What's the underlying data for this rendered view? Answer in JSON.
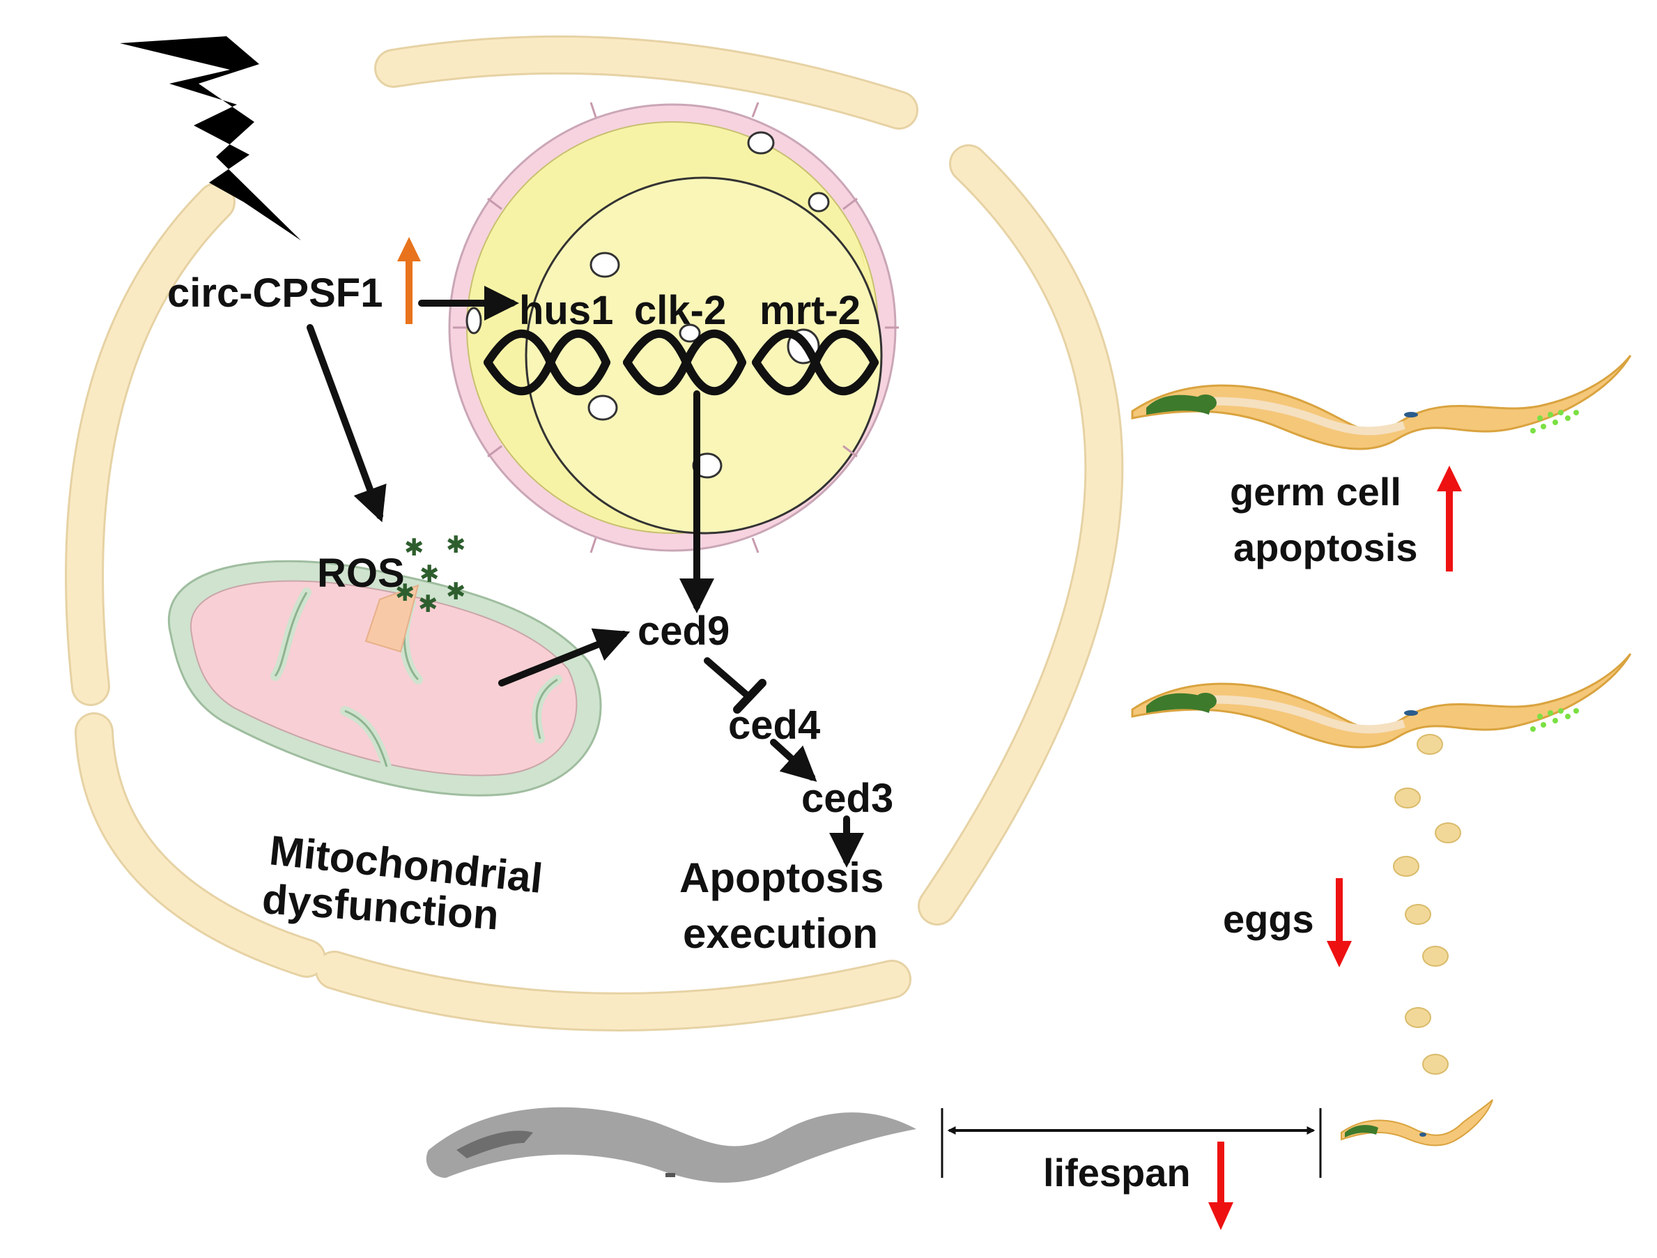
{
  "labels": {
    "circ_cpsf1": "circ-CPSF1",
    "hus1": "hus1",
    "clk2": "clk-2",
    "mrt2": "mrt-2",
    "ros": "ROS",
    "ced9": "ced9",
    "ced4": "ced4",
    "ced3": "ced3",
    "mito_line1": "Mitochondrial",
    "mito_line2": "dysfunction",
    "apop_line1": "Apoptosis",
    "apop_line2": "execution",
    "germ_line1": "germ cell",
    "germ_line2": "apoptosis",
    "eggs": "eggs",
    "lifespan": "lifespan"
  },
  "colors": {
    "membrane": "#faeac4",
    "membrane_stroke": "#e6d2a4",
    "nucleus_fill": "#f7f3a6",
    "nuclear_envelope": "#f6d3df",
    "mito_outer": "#cfe3cf",
    "mito_inner": "#f8cfd4",
    "ros_star": "#2e5e2e",
    "arrow": "#111111",
    "up_arrow_orange": "#e8731c",
    "down_arrow_red": "#ee1111",
    "worm_body": "#f5c779",
    "worm_pharynx": "#3d7a2c",
    "germ_cells": "#7be043",
    "egg": "#f2d898",
    "dead_worm": "#a3a3a3"
  },
  "icons": {
    "stress": "lightning-bolt-icon",
    "dna": "dna-helix-icon",
    "worm": "c-elegans-worm-icon",
    "egg": "egg-icon"
  }
}
